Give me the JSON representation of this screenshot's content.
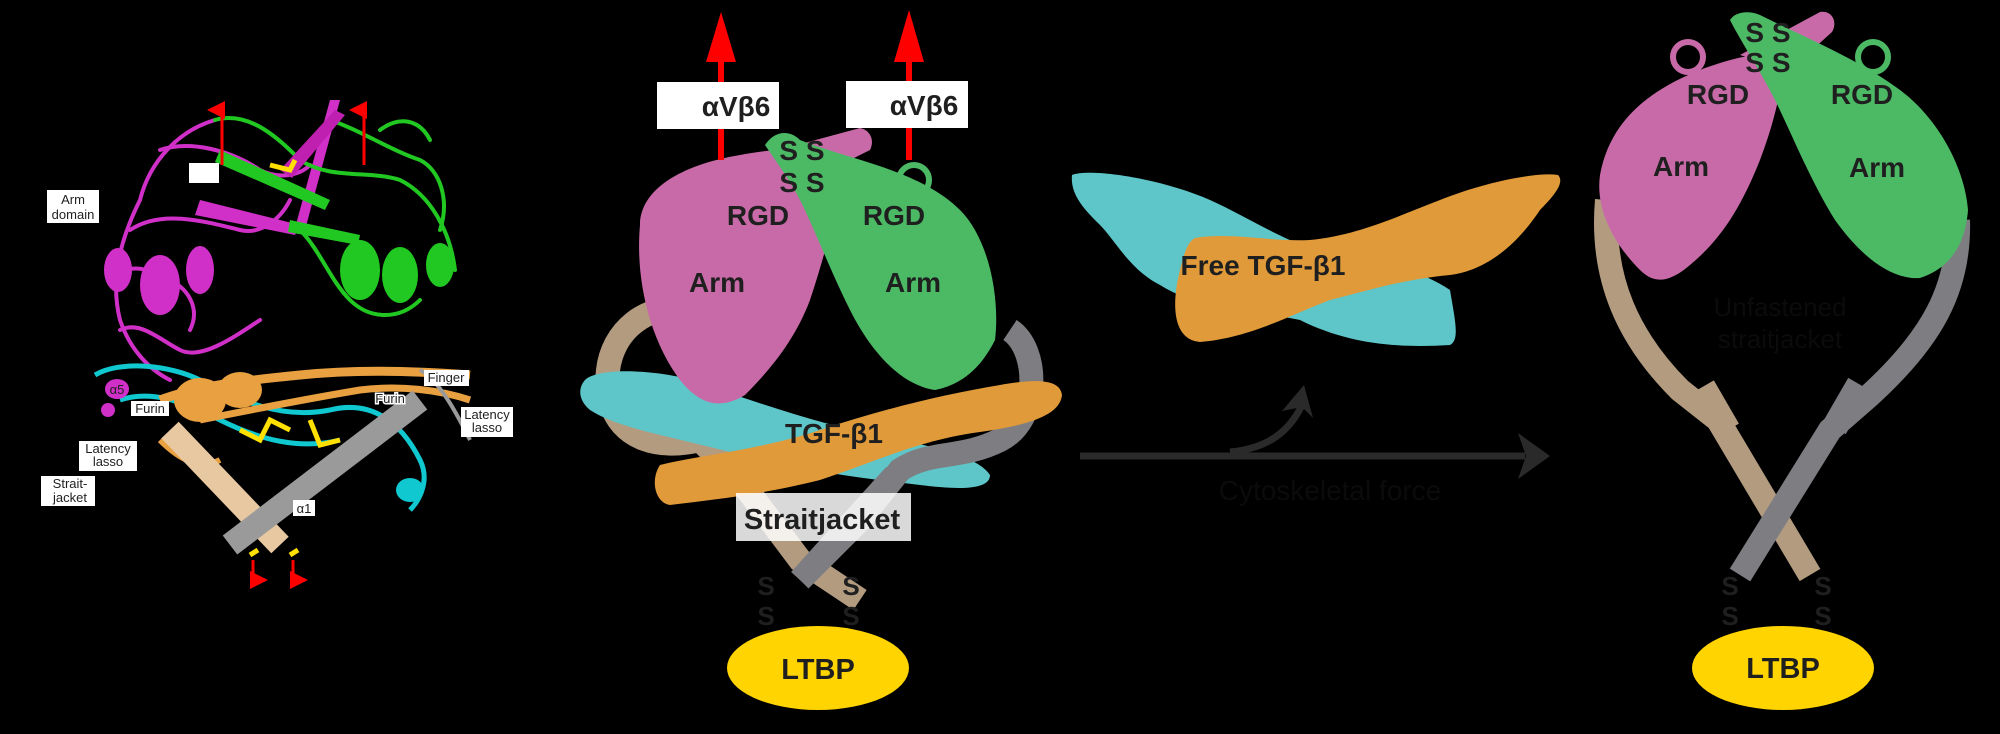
{
  "panel_structure": {
    "labels": {
      "arm_domain": [
        "Arm",
        "domain"
      ],
      "alpha5": "α5",
      "furin_left": "Furin",
      "furin_right": "Furin",
      "finger": "Finger",
      "latency_lasso_left": [
        "Latency",
        "lasso"
      ],
      "latency_lasso_right": [
        "Latency",
        "lasso"
      ],
      "straitjacket": [
        "Strait-",
        "jacket"
      ],
      "alpha1": "α1"
    }
  },
  "panel_latent": {
    "integrin_left": "αVβ6",
    "integrin_right": "αVβ6",
    "disulfide_top": [
      "S S",
      "S S"
    ],
    "rgd_left": "RGD",
    "rgd_right": "RGD",
    "arm_left": "Arm",
    "arm_right": "Arm",
    "growth_factor": "TGF-β1",
    "straitjacket": "Straitjacket",
    "disulfide_bottom_left": [
      "S",
      "S"
    ],
    "disulfide_bottom_right": [
      "S",
      "S"
    ],
    "ltbp": "LTBP"
  },
  "panel_transition": {
    "free_growth_factor": "Free TGF-β1",
    "force_label": "Cytoskeletal force"
  },
  "panel_open": {
    "disulfide_top": [
      "S S",
      "S S"
    ],
    "rgd_left": "RGD",
    "rgd_right": "RGD",
    "arm_left": "Arm",
    "arm_right": "Arm",
    "center_label": [
      "Unfastened",
      "straitjacket"
    ],
    "disulfide_bottom_left": [
      "S",
      "S"
    ],
    "disulfide_bottom_right": [
      "S",
      "S"
    ],
    "ltbp": "LTBP"
  },
  "colors": {
    "background": "#000000",
    "arm_magenta": "#c86aa8",
    "arm_green": "#4cb965",
    "growth_factor_orange": "#e09a3a",
    "growth_factor_cyan": "#5ec6c8",
    "lasso_tan": "#b39b80",
    "lasso_gray": "#7e7e82",
    "ltbp_yellow": "#ffd400",
    "force_arrow_red": "#ff0000",
    "arrow_dark": "#2a2a2a"
  }
}
